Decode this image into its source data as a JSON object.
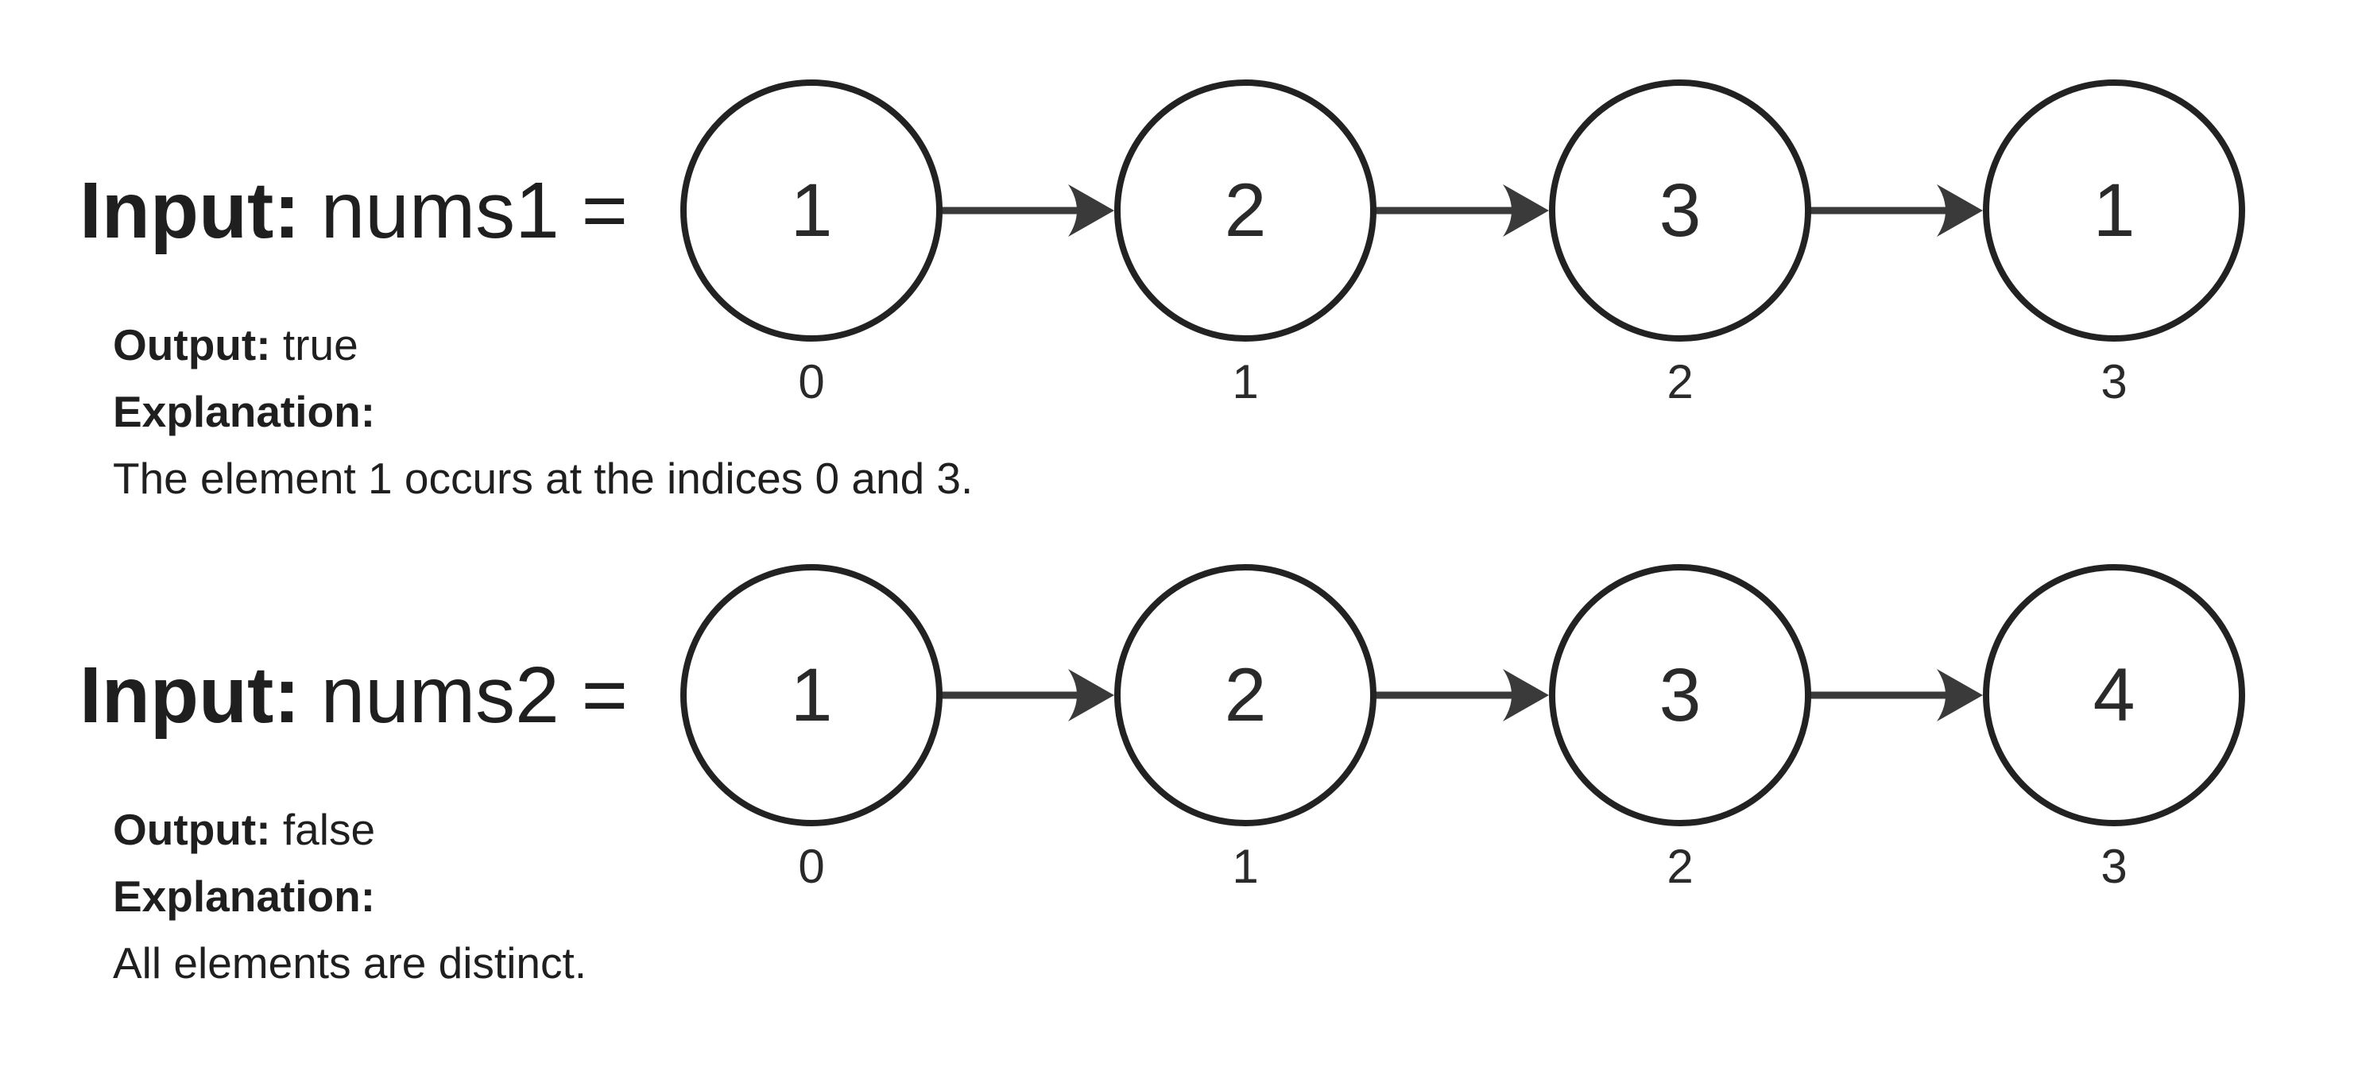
{
  "colors": {
    "text": "#1f1f1f",
    "node_stroke": "#222222",
    "arrow": "#3a3a3a",
    "background": "#ffffff"
  },
  "sections": [
    {
      "input_keyword": "Input:",
      "input_expression": "nums1 =",
      "nodes": [
        {
          "value": "1",
          "index": "0"
        },
        {
          "value": "2",
          "index": "1"
        },
        {
          "value": "3",
          "index": "2"
        },
        {
          "value": "1",
          "index": "3"
        }
      ],
      "output_label": "Output:",
      "output_value": "true",
      "explanation_label": "Explanation:",
      "explanation_text": "The element 1 occurs at the indices 0 and 3."
    },
    {
      "input_keyword": "Input:",
      "input_expression": "nums2 =",
      "nodes": [
        {
          "value": "1",
          "index": "0"
        },
        {
          "value": "2",
          "index": "1"
        },
        {
          "value": "3",
          "index": "2"
        },
        {
          "value": "4",
          "index": "3"
        }
      ],
      "output_label": "Output:",
      "output_value": "false",
      "explanation_label": "Explanation:",
      "explanation_text": "All elements are distinct."
    }
  ]
}
